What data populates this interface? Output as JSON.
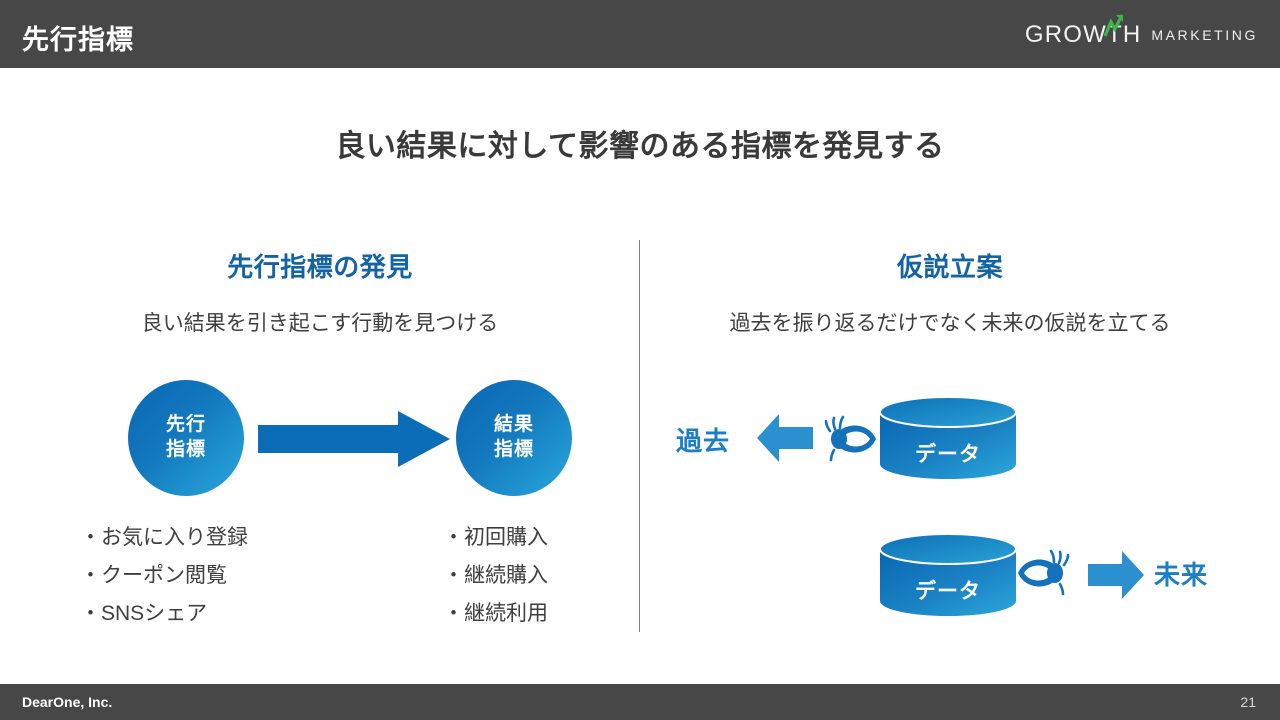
{
  "header": {
    "title": "先行指標",
    "logo": {
      "primary": "GROWTH",
      "secondary": "MARKETING",
      "mark_color": "#3bb54a"
    },
    "bg_color": "#474747"
  },
  "main": {
    "title": "良い結果に対して影響のある指標を発見する",
    "columns": [
      {
        "heading": "先行指標の発見",
        "subtitle": "良い結果を引き起こす行動を見つける",
        "diagram": {
          "source_circle": {
            "line1": "先行",
            "line2": "指標"
          },
          "target_circle": {
            "line1": "結果",
            "line2": "指標"
          },
          "arrow_direction": "right"
        },
        "bullets_left": [
          "・お気に入り登録",
          "・クーポン閲覧",
          "・SNSシェア"
        ],
        "bullets_right": [
          "・初回購入",
          "・継続購入",
          "・継続利用"
        ]
      },
      {
        "heading": "仮説立案",
        "subtitle": "過去を振り返るだけでなく未来の仮説を立てる",
        "rows": [
          {
            "keyword": "過去",
            "arrow_direction": "left",
            "eye_direction": "left",
            "cylinder_label": "データ"
          },
          {
            "keyword": "未来",
            "arrow_direction": "right",
            "eye_direction": "right",
            "cylinder_label": "データ"
          }
        ]
      }
    ]
  },
  "footer": {
    "brand": "DearOne, Inc.",
    "page_number": "21",
    "bg_color": "#474747"
  },
  "colors": {
    "accent_blue": "#1464a5",
    "arrow_blue": "#0b6db8",
    "keyword_blue": "#1c7ec4",
    "gradient_start": "#0a66b2",
    "gradient_end": "#29a9dd",
    "text_dark": "#3a3a3a",
    "divider": "#808080"
  }
}
